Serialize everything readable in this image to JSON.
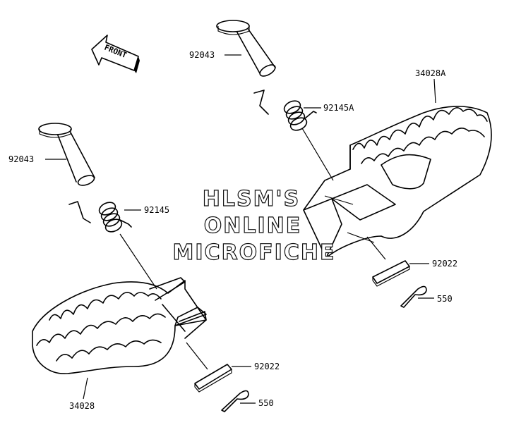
{
  "front_label": "FRONT",
  "watermark": {
    "line1": "HLSM'S",
    "line2": "ONLINE",
    "line3": "MICROFICHE"
  },
  "labels": {
    "pin_right": "92043",
    "spring_right": "92145A",
    "footpeg_right": "34028A",
    "washer_right": "92022",
    "cotter_right": "550",
    "pin_left": "92043",
    "spring_left": "92145",
    "footpeg_left": "34028",
    "washer_left": "92022",
    "cotter_left": "550"
  }
}
